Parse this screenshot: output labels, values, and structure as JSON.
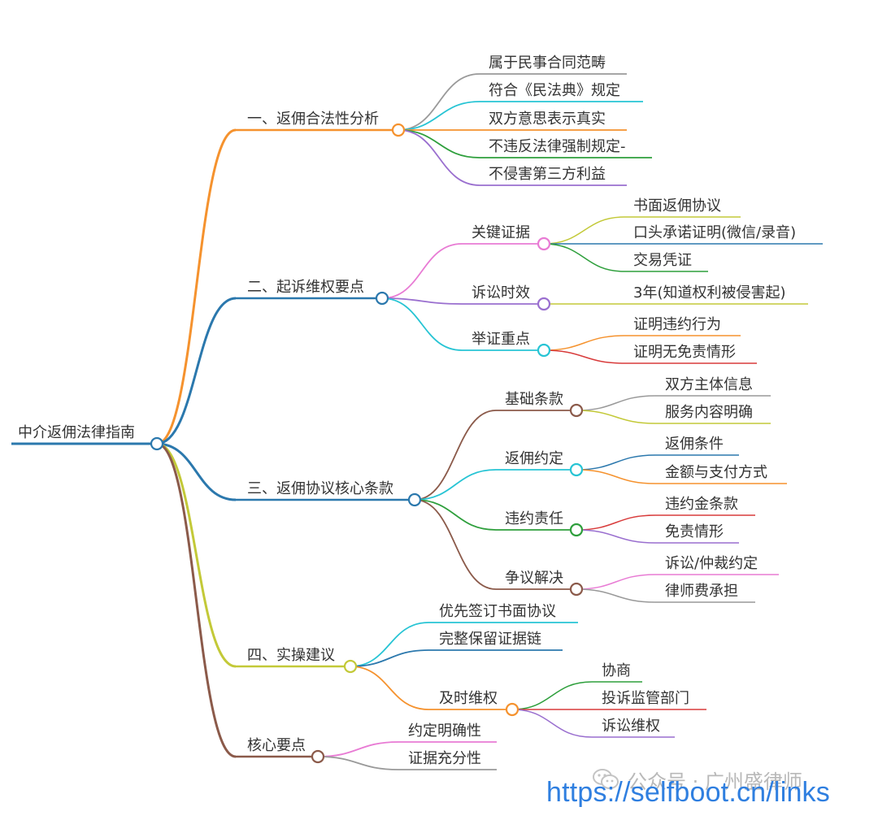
{
  "root": "中介返佣法律指南",
  "branches": [
    {
      "label": "一、返佣合法性分析",
      "color": "#f5922e",
      "children": [
        {
          "label": "属于民事合同范畴",
          "color": "#999999"
        },
        {
          "label": "符合《民法典》规定",
          "color": "#27c4d4"
        },
        {
          "label": "双方意思表示真实",
          "color": "#f5922e"
        },
        {
          "label": "不违反法律强制规定-",
          "color": "#2e9f3c"
        },
        {
          "label": "不侵害第三方利益",
          "color": "#9a6fcf"
        }
      ]
    },
    {
      "label": "二、起诉维权要点",
      "color": "#2b78ad",
      "children": [
        {
          "label": "关键证据",
          "color": "#e87bd4",
          "children": [
            {
              "label": "书面返佣协议",
              "color": "#c3c938"
            },
            {
              "label": "口头承诺证明(微信/录音)",
              "color": "#2b78ad"
            },
            {
              "label": "交易凭证",
              "color": "#2e9f3c"
            }
          ]
        },
        {
          "label": "诉讼时效",
          "color": "#9a6fcf",
          "children": [
            {
              "label": "3年(知道权利被侵害起)",
              "color": "#c3c938"
            }
          ]
        },
        {
          "label": "举证重点",
          "color": "#27c4d4",
          "children": [
            {
              "label": "证明违约行为",
              "color": "#f5922e"
            },
            {
              "label": "证明无免责情形",
              "color": "#d83b3b"
            }
          ]
        }
      ]
    },
    {
      "label": "三、返佣协议核心条款",
      "color": "#2b78ad",
      "children": [
        {
          "label": "基础条款",
          "color": "#8b5a4a",
          "children": [
            {
              "label": "双方主体信息",
              "color": "#999999"
            },
            {
              "label": "服务内容明确",
              "color": "#c3c938"
            }
          ]
        },
        {
          "label": "返佣约定",
          "color": "#27c4d4",
          "children": [
            {
              "label": "返佣条件",
              "color": "#2b78ad"
            },
            {
              "label": "金额与支付方式",
              "color": "#f5922e"
            }
          ]
        },
        {
          "label": "违约责任",
          "color": "#2e9f3c",
          "children": [
            {
              "label": "违约金条款",
              "color": "#d83b3b"
            },
            {
              "label": "免责情形",
              "color": "#9a6fcf"
            }
          ]
        },
        {
          "label": "争议解决",
          "color": "#8b5a4a",
          "children": [
            {
              "label": "诉讼/仲裁约定",
              "color": "#e87bd4"
            },
            {
              "label": "律师费承担",
              "color": "#999999"
            }
          ]
        }
      ]
    },
    {
      "label": "四、实操建议",
      "color": "#c3c938",
      "children": [
        {
          "label": "优先签订书面协议",
          "color": "#27c4d4"
        },
        {
          "label": "完整保留证据链",
          "color": "#2b78ad"
        },
        {
          "label": "及时维权",
          "color": "#f5922e",
          "children": [
            {
              "label": "协商",
              "color": "#2e9f3c"
            },
            {
              "label": "投诉监管部门",
              "color": "#d83b3b"
            },
            {
              "label": "诉讼维权",
              "color": "#9a6fcf"
            }
          ]
        }
      ]
    },
    {
      "label": "核心要点",
      "color": "#8b5a4a",
      "children": [
        {
          "label": "约定明确性",
          "color": "#e87bd4"
        },
        {
          "label": "证据充分性",
          "color": "#999999"
        }
      ]
    }
  ],
  "watermark": "公众号 · 广州盛律师",
  "url": "https://selfboot.cn/links"
}
